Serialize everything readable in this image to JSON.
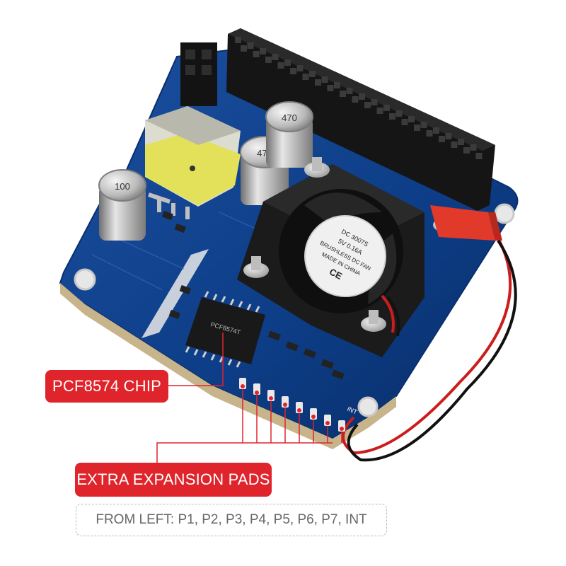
{
  "callouts": {
    "chip": "PCF8574 CHIP",
    "pads": "EXTRA EXPANSION PADS"
  },
  "note": "FROM LEFT: P1, P2, P3,  P4, P5, P6, P7, INT",
  "fan_label": {
    "line1": "DC      3007S",
    "line2": "5V      0.16A",
    "line3": "BRUSHLESS DC FAN",
    "line4": "MADE IN CHINA",
    "mark": "CE"
  },
  "capacitors": {
    "large": "470",
    "small": "100"
  },
  "chip_marking": "PCF8574T",
  "pad_label": "INT",
  "colors": {
    "callout_red": "#e0242c",
    "pcb_blue": "#0d3d86",
    "fan_black": "#1b1b1b",
    "header_black": "#151515",
    "inductor_yellow": "#e3e15a",
    "connector_red": "#e23a2a"
  }
}
